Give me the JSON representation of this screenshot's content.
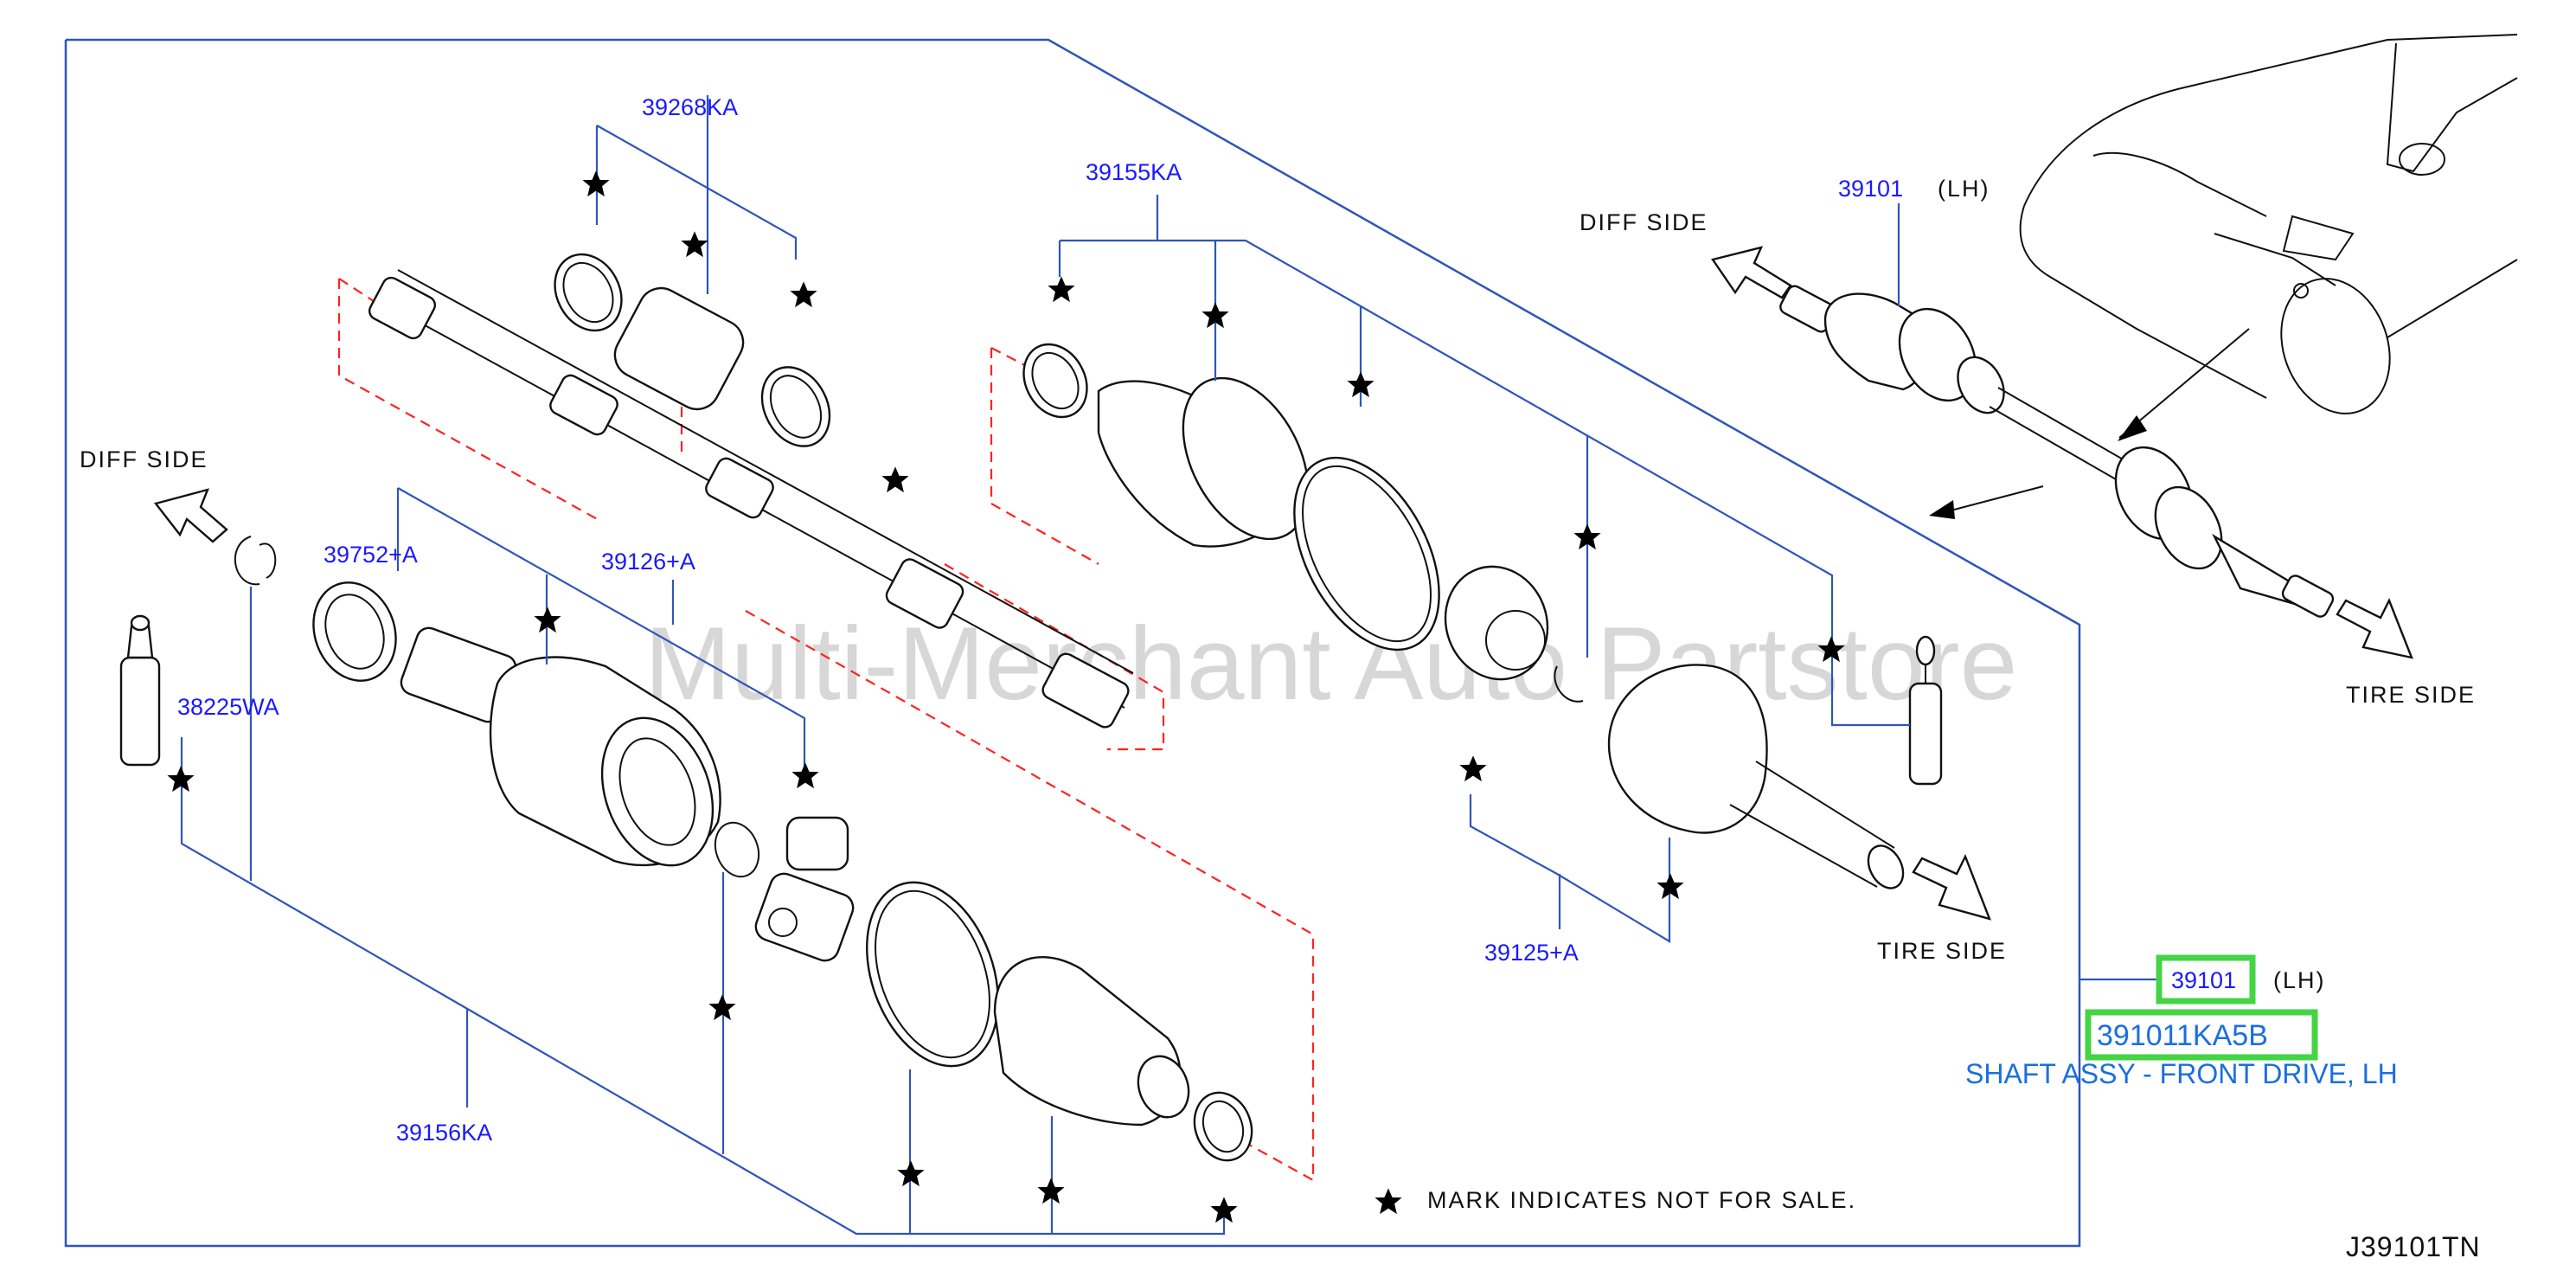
{
  "diagram_code": "J39101TN",
  "watermark": "Multi-Merchant Auto Partstore",
  "legend": {
    "text": "MARK  INDICATES  NOT  FOR  SALE."
  },
  "direction_labels": {
    "diff_left": "DIFF   SIDE",
    "diff_right": "DIFF   SIDE",
    "tire_mid": "TIRE   SIDE",
    "tire_right": "TIRE   SIDE"
  },
  "part_labels": {
    "p39268": "39268KA",
    "p39155": "39155KA",
    "p39752": "39752+A",
    "p39126": "39126+A",
    "p38225": "38225WA",
    "p39156": "39156KA",
    "p39125": "39125+A",
    "p39101_top": "39101",
    "lh_top": "(LH)"
  },
  "callout": {
    "ref": "39101",
    "side": "(LH)",
    "part_number": "391011KA5B",
    "description": "SHAFT ASSY - FRONT DRIVE, LH",
    "highlight_color": "#44d444"
  },
  "colors": {
    "label_blue": "#1a1aff",
    "leader_blue": "#2f55b8",
    "dash_red": "#ff2222",
    "desc_blue": "#1a6fe0"
  }
}
